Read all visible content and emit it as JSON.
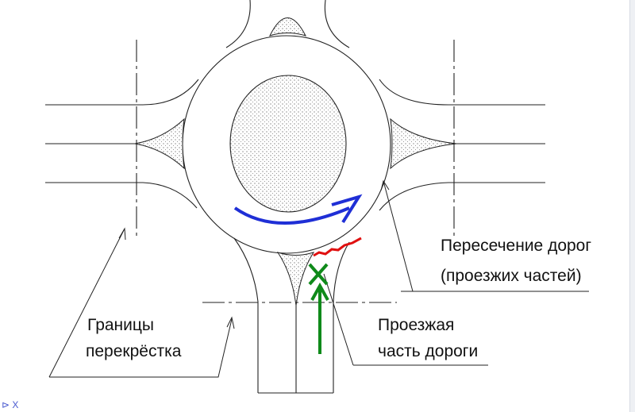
{
  "labels": {
    "intersection_line1": "Пересечение  дорог",
    "intersection_line2": "(проезжих частей)",
    "boundaries_line1": "Границы",
    "boundaries_line2": "перекрёстка",
    "roadway_line1": "Проезжая",
    "roadway_line2": "часть дороги"
  },
  "axis_indicator": "⊳ X",
  "colors": {
    "circulation_arrow": "#1f2fd6",
    "conflict_line": "#e01010",
    "entry_arrow": "#0f8a1a"
  }
}
